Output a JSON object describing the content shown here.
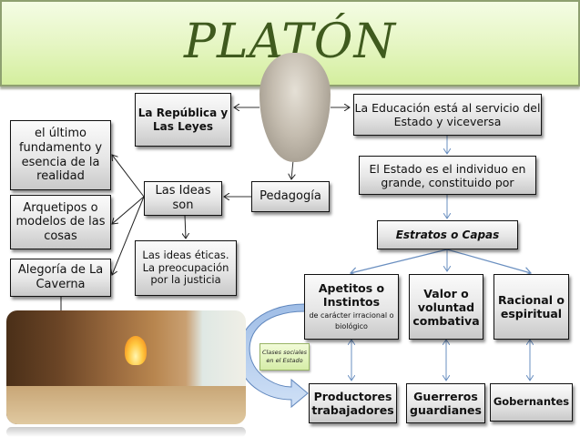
{
  "title": "PLATÓN",
  "nodes": {
    "republica": "La República y Las Leyes",
    "educacion": "La Educación está al servicio del Estado y viceversa",
    "estado": "El Estado es el individuo en grande, constituido por",
    "estratos": "Estratos o Capas",
    "pedagogia": "Pedagogía",
    "ideas": "Las Ideas son",
    "ultimo_fundamento": "el último fundamento y esencia de la realidad",
    "arquetipos": "Arquetipos o modelos de las cosas",
    "alegoria": "Alegoría de La Caverna",
    "ideas_eticas": "Las ideas éticas. La preocupación por la justicia",
    "apetitos": "Apetitos o Instintos",
    "apetitos_sub": "de carácter irracional o biológico",
    "valor": "Valor o voluntad combativa",
    "racional": "Racional o espiritual",
    "productores": "Productores trabajadores",
    "guerreros": "Guerreros guardianes",
    "gobernantes": "Gobernantes"
  },
  "callout": {
    "line1": "Clases sociales",
    "line2": "en el Estado"
  },
  "images": {
    "bust": "plato-bust",
    "cave": "allegory-of-the-cave-illustration"
  },
  "colors": {
    "title": "#3f5a1e",
    "banner": "#e6f6c4",
    "arrow_blue": "#6a8fc0",
    "callout": "#d6eda8"
  }
}
